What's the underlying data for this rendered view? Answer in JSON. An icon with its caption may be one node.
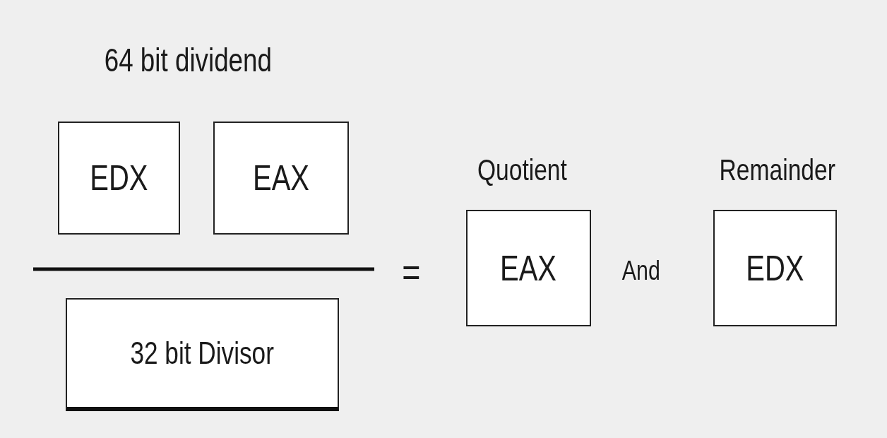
{
  "diagram": {
    "nodes": [
      {
        "text": [
          "EDX"
        ]
      },
      {
        "text": [
          "EAX"
        ]
      },
      {
        "text": [
          "32 bit Divisor"
        ]
      },
      {
        "text": [
          "Quotient",
          "EAX"
        ]
      },
      {
        "text": [
          "Remainder",
          "EDX"
        ]
      }
    ],
    "edges": [],
    "labels": [
      "64 bit dividend",
      "=",
      "And"
    ]
  }
}
